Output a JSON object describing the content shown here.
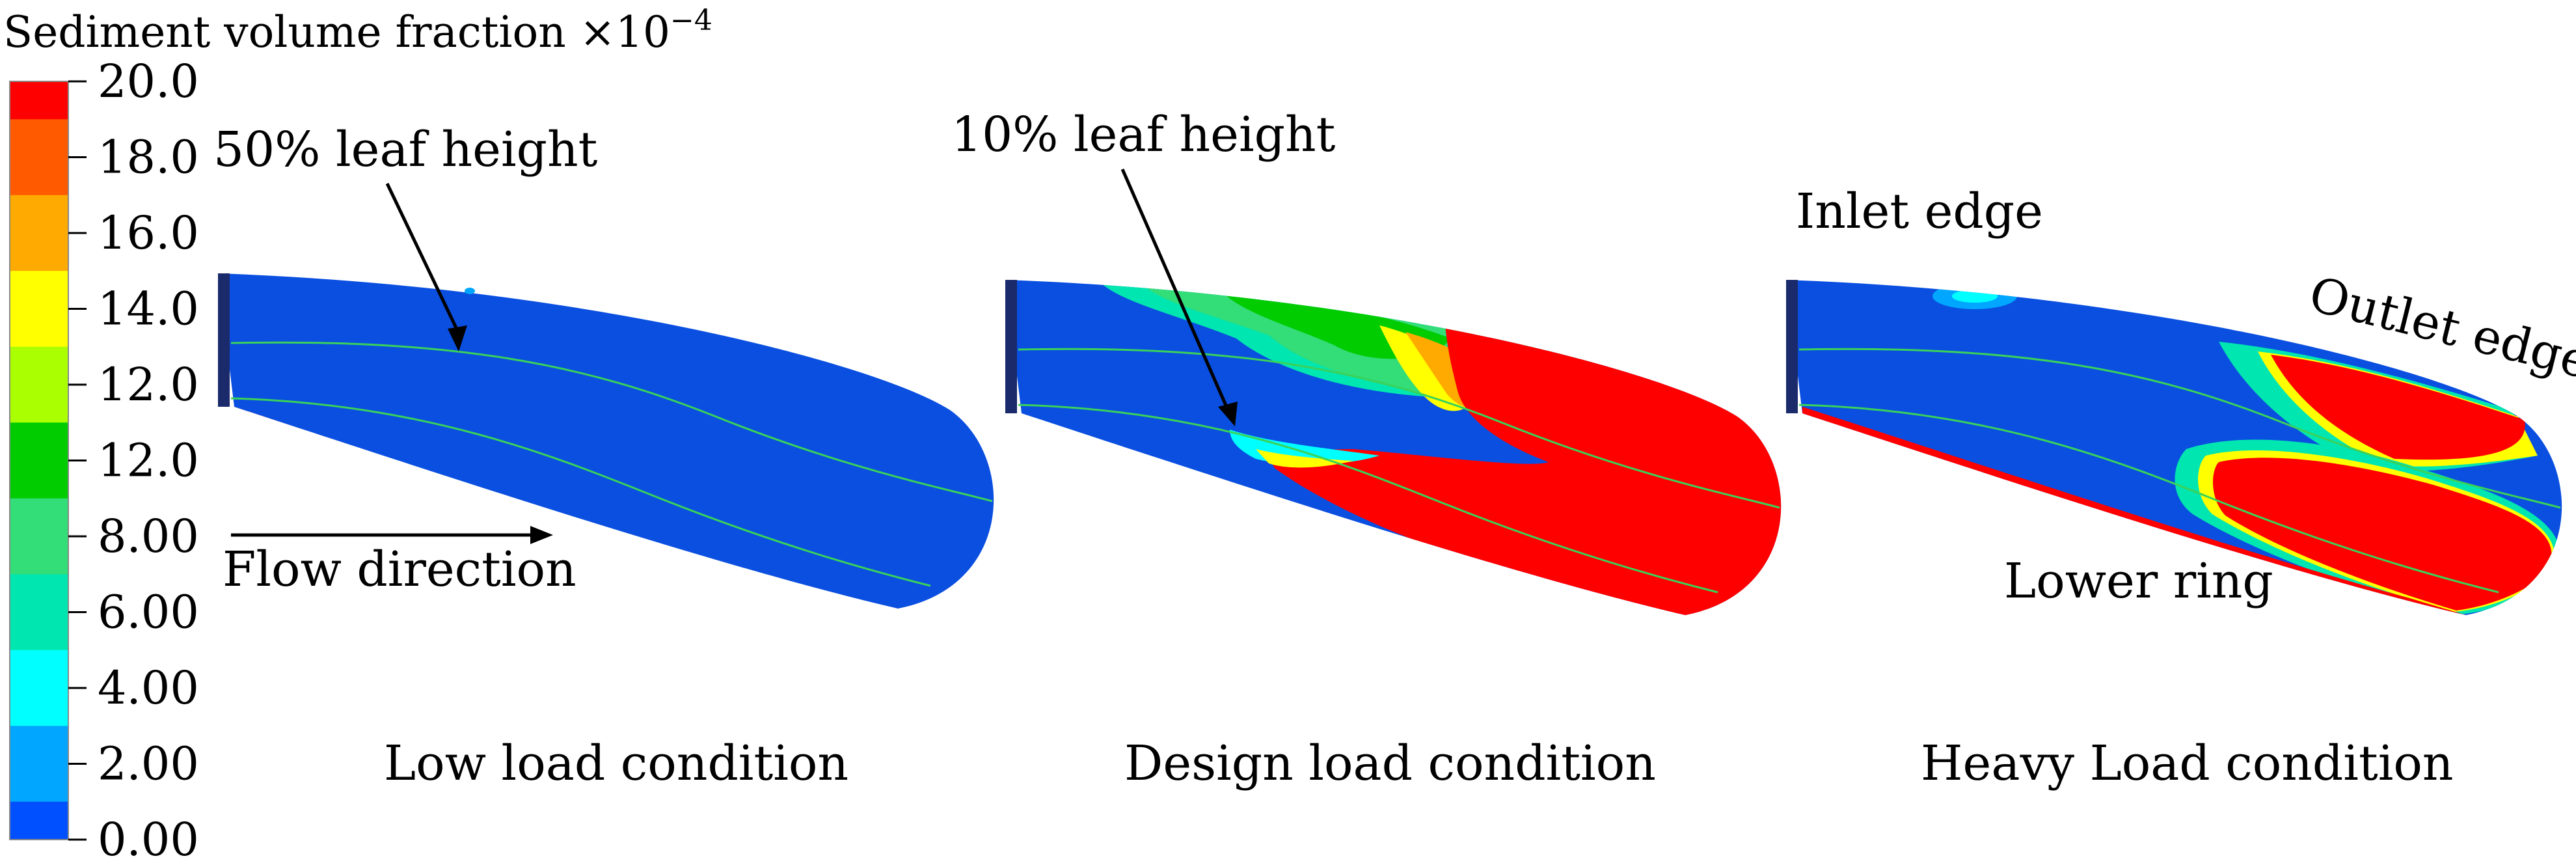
{
  "legend": {
    "title": "Sediment volume fraction ×10",
    "title_exp": "−4",
    "ticks": [
      "20.0",
      "18.0",
      "16.0",
      "14.0",
      "12.0",
      "12.0",
      "8.00",
      "6.00",
      "4.00",
      "2.00",
      "0.00"
    ],
    "colors": [
      "#ff0000",
      "#ff5a00",
      "#ffaa00",
      "#ffff00",
      "#aaff00",
      "#00cc00",
      "#33dd77",
      "#00e6b0",
      "#00ffff",
      "#00a6ff",
      "#0050ff"
    ]
  },
  "panels": [
    {
      "caption": "Low load condition"
    },
    {
      "caption": "Design load condition"
    },
    {
      "caption": "Heavy Load condition"
    }
  ],
  "annotations": {
    "leaf50": "50% leaf height",
    "leaf10": "10% leaf height",
    "flow": "Flow direction",
    "inlet": "Inlet edge",
    "outlet": "Outlet edge",
    "lower_ring": "Lower ring"
  },
  "colors": {
    "blade_blue": "#0a4fe0",
    "sediment_red": "#ff0000",
    "streamline": "#3ad25a"
  }
}
